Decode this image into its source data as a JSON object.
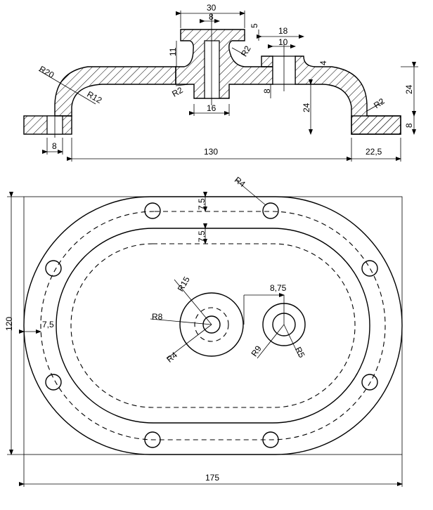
{
  "section_view": {
    "dims": {
      "top_width": "30",
      "bore_width": "8",
      "flange_height": "5",
      "boss_width": "18",
      "boss_bore": "10",
      "boss_lip": "4",
      "flange_thickness": "11",
      "fillet_r2_center": "R2",
      "fillet_r2_left": "R2",
      "fillet_r2_right": "R2",
      "outer_radius": "R20",
      "inner_radius": "R12",
      "inner_step": "8",
      "bottom_bore": "16",
      "inner_depth": "24",
      "outer_height": "24",
      "base_thickness": "8",
      "left_hole_width": "8",
      "overall_inner": "130",
      "right_flange": "22,5"
    }
  },
  "plan_view": {
    "dims": {
      "hole_radius": "R4",
      "bolt_offset_top": "7,5",
      "inner_offset": "7,5",
      "boss_radius": "R15",
      "bore_radius": "R8",
      "small_radius": "R4",
      "right_offset": "8,75",
      "right_outer": "R9",
      "right_inner": "R5",
      "bolt_offset_left": "7,5",
      "overall_height": "120",
      "overall_width": "175"
    }
  }
}
